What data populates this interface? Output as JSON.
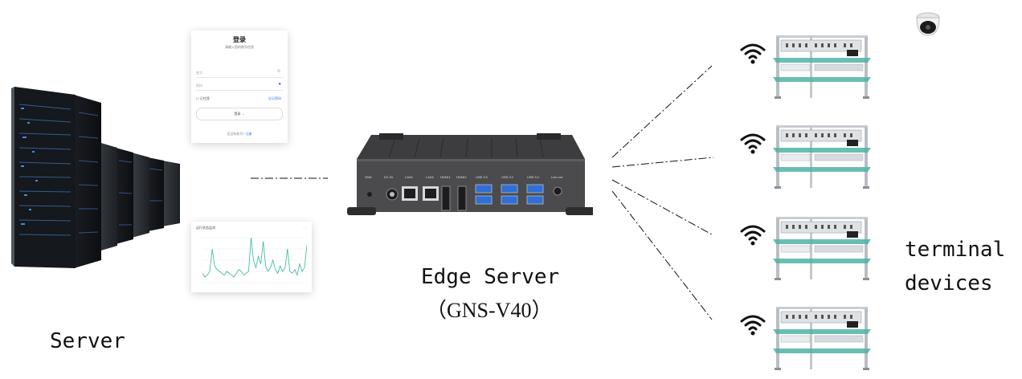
{
  "labels": {
    "server": "Server",
    "edge_line1": "Edge Server",
    "edge_line2": "（GNS-V40）",
    "terminal_line1": "terminal",
    "terminal_line2": "devices"
  },
  "login_card": {
    "title": "登录",
    "subtitle": "请输入您的账号信息",
    "username_placeholder": "账号",
    "password_placeholder": "密码",
    "remember": "记住我",
    "forgot": "忘记密码",
    "button": "登录",
    "register_prompt": "还没有账号?",
    "register_link": "注册"
  },
  "chart_card": {
    "title": "运行状态监测",
    "controls": "· · ·",
    "series": [
      5,
      3,
      4,
      6,
      18,
      9,
      7,
      6,
      5,
      4,
      6,
      5,
      4,
      3,
      5,
      7,
      6,
      4,
      5,
      6,
      24,
      12,
      8,
      14,
      10,
      22,
      9,
      6,
      8,
      12,
      7,
      5,
      9,
      6,
      8,
      18,
      6,
      5,
      7,
      4,
      10,
      6,
      8,
      20
    ]
  },
  "edge_ports": [
    "DC IN",
    "LAN1",
    "LAN2",
    "HDMI1",
    "HDMI2",
    "USB 3.0",
    "USB 3.0",
    "USB 3.0",
    "Line out"
  ],
  "colors": {
    "chart_line": "#2db99a",
    "wifi": "#111111",
    "glass": "#4fb3a4"
  },
  "icons": [
    "server-rack",
    "wifi-icon",
    "dome-camera-icon",
    "workbench"
  ],
  "terminal_count": 4
}
